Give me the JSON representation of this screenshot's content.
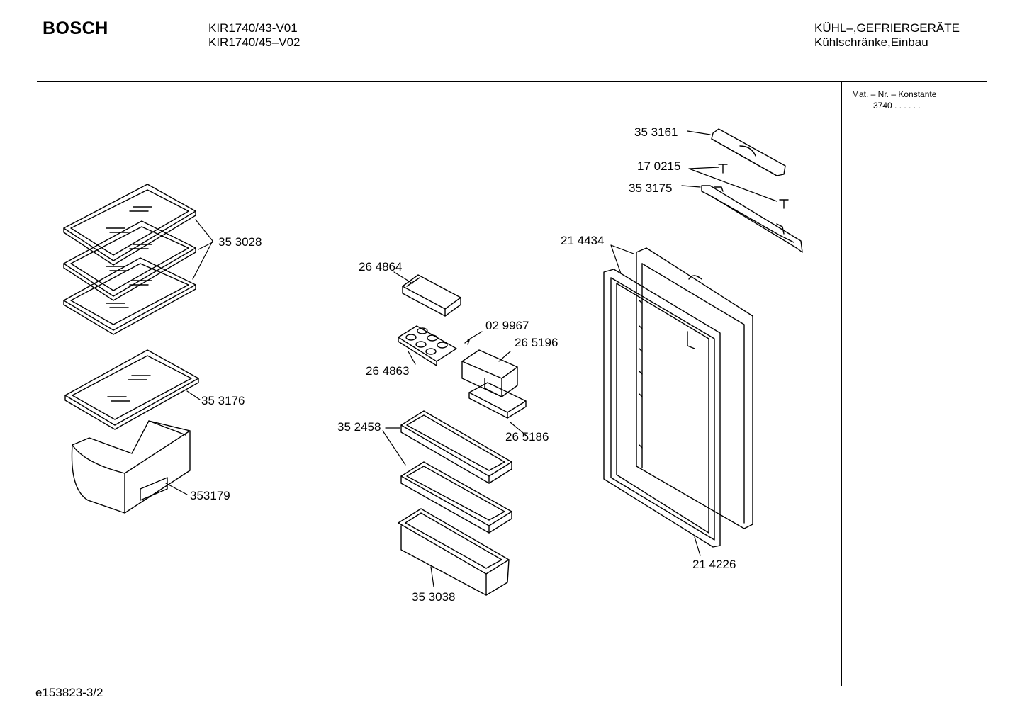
{
  "header": {
    "brand": "BOSCH",
    "models": [
      "KIR1740/43-V01",
      "KIR1740/45–V02"
    ],
    "category": [
      "KÜHL–,GEFRIERGERÄTE",
      "Kühlschränke,Einbau"
    ]
  },
  "sidebar": {
    "konstante_label": "Mat. – Nr. – Konstante",
    "konstante_value": "3740  .  .    .  .  .  ."
  },
  "footer": {
    "doc_id": "e153823-3/2"
  },
  "parts": [
    {
      "id": "353028",
      "label": "35 3028"
    },
    {
      "id": "353176",
      "label": "35 3176"
    },
    {
      "id": "353179",
      "label": "353179"
    },
    {
      "id": "264864",
      "label": "26 4864"
    },
    {
      "id": "029967",
      "label": "02 9967"
    },
    {
      "id": "265196",
      "label": "26 5196"
    },
    {
      "id": "264863",
      "label": "26 4863"
    },
    {
      "id": "352458",
      "label": "35 2458"
    },
    {
      "id": "265186",
      "label": "26 5186"
    },
    {
      "id": "353038",
      "label": "35 3038"
    },
    {
      "id": "353161",
      "label": "35 3161"
    },
    {
      "id": "170215",
      "label": "17 0215"
    },
    {
      "id": "353175",
      "label": "35 3175"
    },
    {
      "id": "214434",
      "label": "21 4434"
    },
    {
      "id": "214226",
      "label": "21 4226"
    }
  ]
}
